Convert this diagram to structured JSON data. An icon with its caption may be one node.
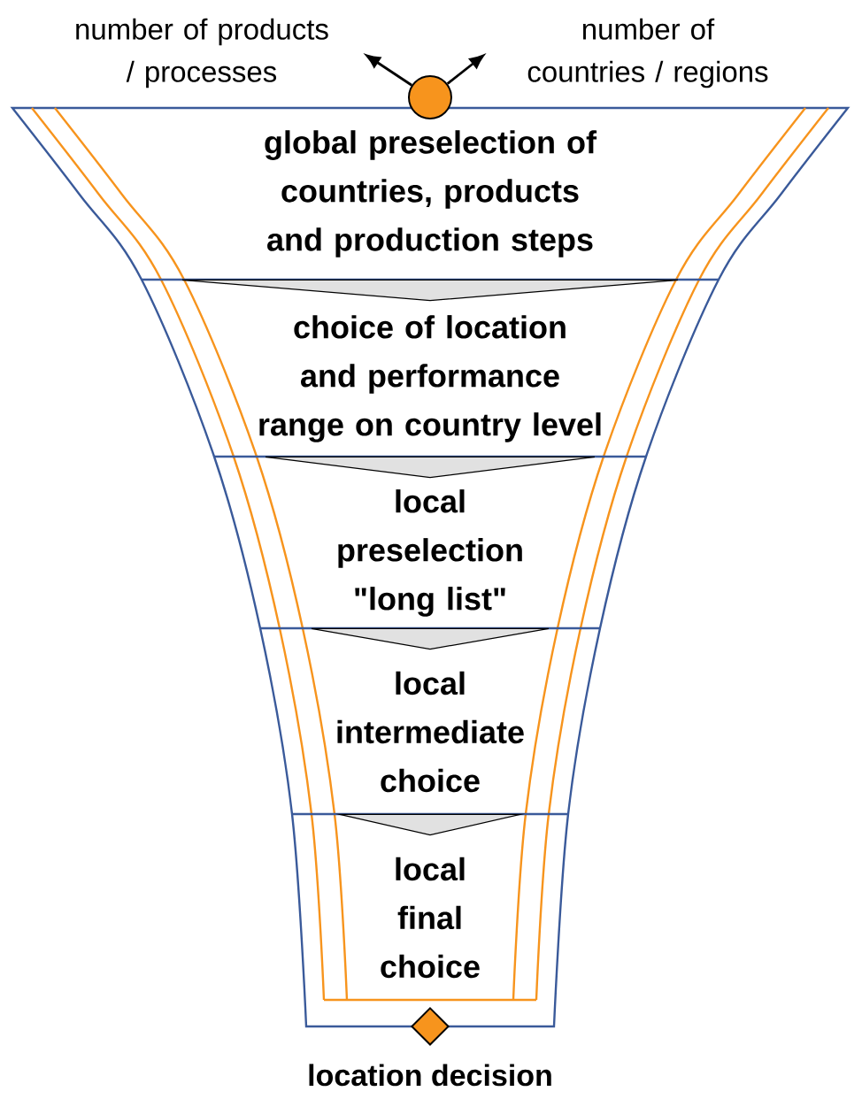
{
  "diagram": {
    "nodes": [
      {
        "text": [],
        "shape": "circle"
      },
      {
        "text": [
          "number of products / processes"
        ]
      },
      {
        "text": [
          "number of countries / regions"
        ]
      },
      {
        "text": [
          "global preselection of countries, products and production steps"
        ]
      },
      {
        "text": [
          "choice of location and performance range on country level"
        ]
      },
      {
        "text": [
          "local preselection \"long list\""
        ]
      },
      {
        "text": [
          "local intermediate choice"
        ]
      },
      {
        "text": [
          "local final choice"
        ]
      },
      {
        "text": [],
        "shape": "diamond",
        "beside": [
          "location decision"
        ]
      }
    ],
    "edges": [
      {
        "from": 0,
        "to": 1,
        "arrow": "to"
      },
      {
        "from": 0,
        "to": 2,
        "arrow": "to"
      },
      {
        "from": 3,
        "to": 4,
        "arrow": "to"
      },
      {
        "from": 4,
        "to": 5,
        "arrow": "to"
      },
      {
        "from": 5,
        "to": 6,
        "arrow": "to"
      },
      {
        "from": 6,
        "to": 7,
        "arrow": "to"
      }
    ]
  }
}
